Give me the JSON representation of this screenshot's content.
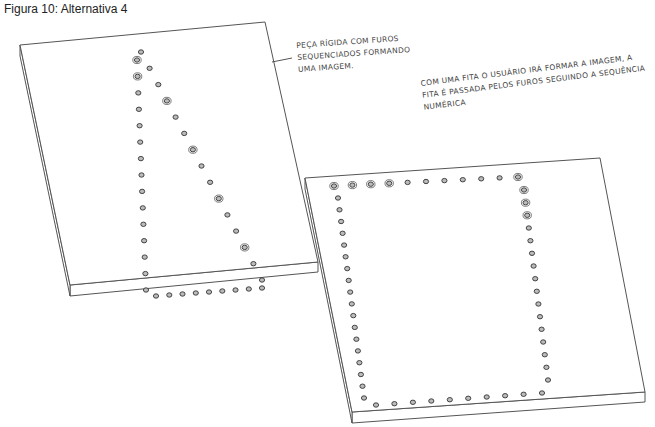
{
  "diagram": {
    "title": "Figura 10: Alternativa 4",
    "labels": [
      "PEÇA RÍGIDA COM FUROS SEQUENCIADOS FORMANDO UMA IMAGEM.",
      "COM UMA FITA O USUÁRIO IRÁ FORMAR A IMAGEM, A FITA É PASSADA PELOS FUROS SEGUINDO A SEQUÊNCIA NUMÉRICA"
    ]
  }
}
